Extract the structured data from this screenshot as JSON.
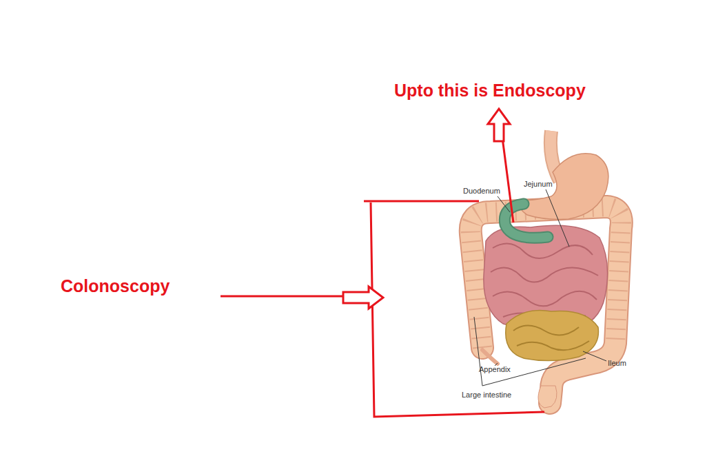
{
  "diagram": {
    "labels": [
      "Upto this is Endoscopy",
      "Colonoscopy",
      "Duodenum",
      "Jejunum",
      "Appendix",
      "Large intestine",
      "Ileum"
    ]
  }
}
